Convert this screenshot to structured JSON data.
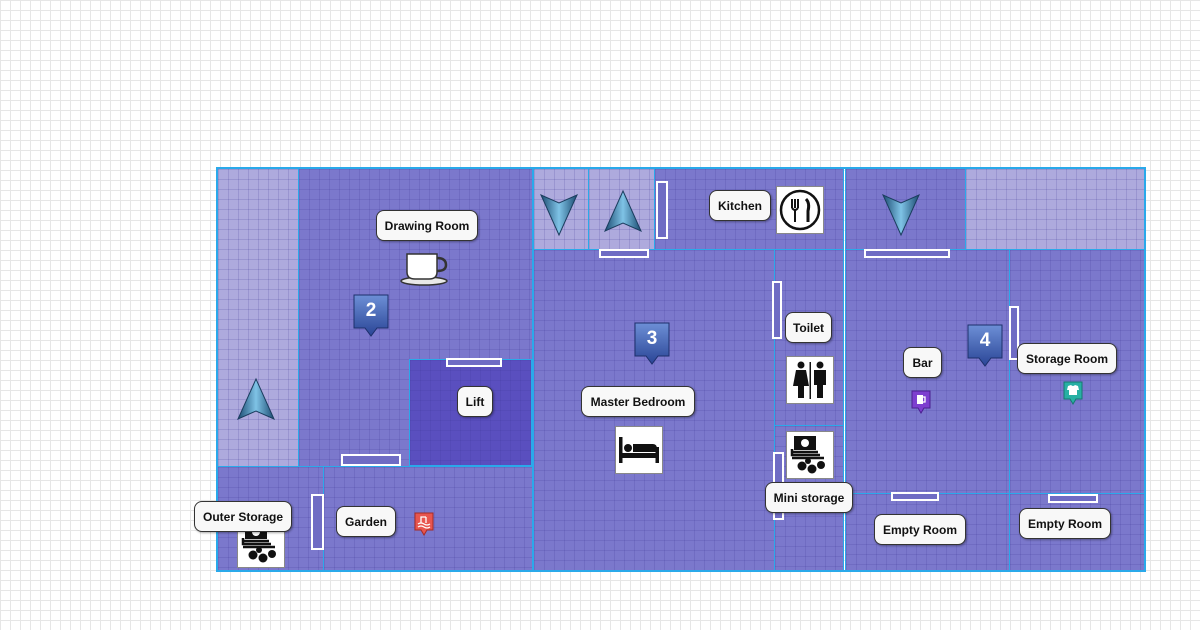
{
  "rooms": {
    "drawing_room": "Drawing Room",
    "kitchen": "Kitchen",
    "toilet": "Toilet",
    "bar": "Bar",
    "storage_room": "Storage Room",
    "lift": "Lift",
    "master_bedroom": "Master Bedroom",
    "mini_storage": "Mini storage",
    "outer_storage": "Outer Storage",
    "garden": "Garden",
    "empty_room_1": "Empty Room",
    "empty_room_2": "Empty Room"
  },
  "markers": [
    "2",
    "3",
    "4"
  ],
  "icons": {
    "drawing_room": "coffee-cup-icon",
    "kitchen": "fork-knife-icon",
    "toilet": "restroom-icon",
    "mini_storage": "storage-items-icon",
    "outer_storage": "storage-items-icon",
    "master_bedroom": "bed-icon",
    "bar": "beer-mug-badge-icon",
    "storage_room": "shirt-badge-icon",
    "garden": "pool-badge-icon",
    "arrows": [
      "navigation-up-icon",
      "navigation-down-icon"
    ]
  },
  "colors": {
    "room_fill": "#7b78cc",
    "room_fill_light": "#aeaadd",
    "lift_fill": "#5a4fbf",
    "wall": "#2aa9ea",
    "marker": "#2d4fa3"
  }
}
